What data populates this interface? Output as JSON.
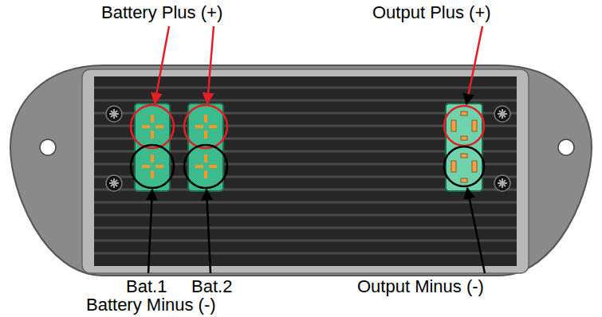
{
  "diagram": {
    "labels": [
      "Battery Plus (+)",
      "Output Plus (+)",
      "Bat.1",
      "Bat.2",
      "Battery Minus (-)",
      "Output Minus (-)"
    ]
  }
}
